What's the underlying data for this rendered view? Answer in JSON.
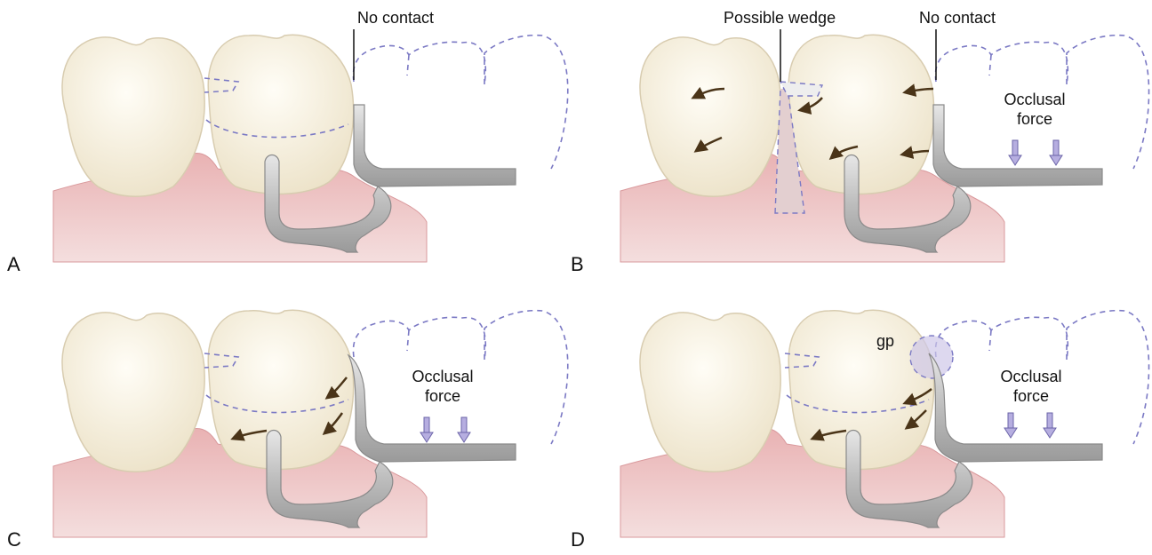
{
  "panels": [
    {
      "id": "A",
      "letter": "A",
      "labels": {
        "no_contact": "No contact"
      }
    },
    {
      "id": "B",
      "letter": "B",
      "labels": {
        "possible_wedge": "Possible wedge",
        "no_contact": "No contact",
        "occlusal_force_1": "Occlusal",
        "occlusal_force_2": "force"
      }
    },
    {
      "id": "C",
      "letter": "C",
      "labels": {
        "occlusal_force_1": "Occlusal",
        "occlusal_force_2": "force"
      }
    },
    {
      "id": "D",
      "letter": "D",
      "labels": {
        "gp": "gp",
        "occlusal_force_1": "Occlusal",
        "occlusal_force_2": "force"
      }
    }
  ],
  "colors": {
    "tooth": "#f3ecda",
    "tooth_edge": "#d8ccb0",
    "gum": "#e3a6a6",
    "gum_dark": "#c97b80",
    "dash": "#7b79c4",
    "instrument": "#c9c9c9",
    "instrument_edge": "#8a8a8a",
    "arrow": "#4a3418",
    "force_arrow": "#b6aee0",
    "gp_circle": "#cfc7e8"
  }
}
